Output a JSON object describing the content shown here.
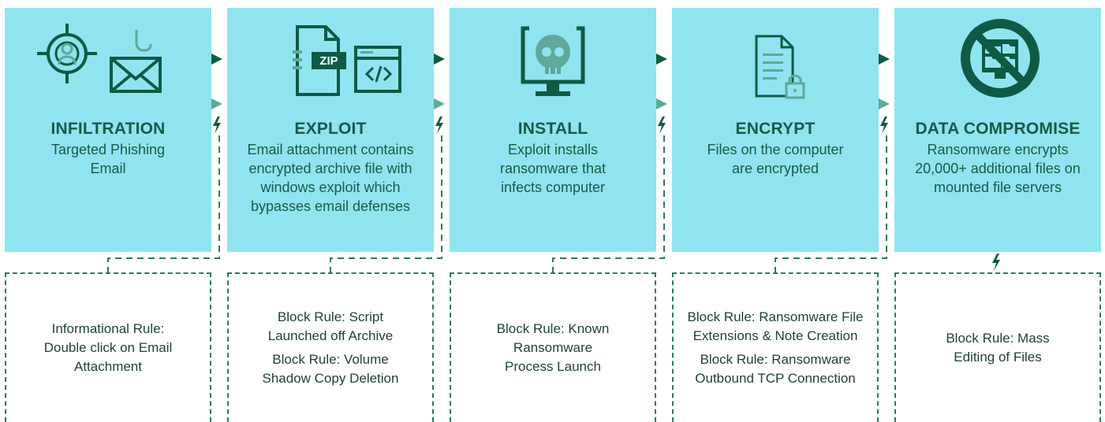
{
  "colors": {
    "box_fill": "#8fe4ef",
    "dark_green": "#0f5a45",
    "text": "#1a5a48",
    "light_green": "#5fa89a",
    "dash": "#2f7a5c"
  },
  "stages": [
    {
      "title": "INFILTRATION",
      "description": "Targeted Phishing Email",
      "icons": [
        "target-icon",
        "envelope-hook-icon"
      ],
      "rules": [
        "Informational Rule: Double click on Email Attachment"
      ]
    },
    {
      "title": "EXPLOIT",
      "description": "Email attachment contains encrypted archive file with windows exploit which bypasses email defenses",
      "icons": [
        "zip-file-icon",
        "code-window-icon"
      ],
      "zip_label": "ZIP",
      "rules": [
        "Block Rule: Script Launched off Archive",
        "Block Rule: Volume Shadow Copy Deletion"
      ]
    },
    {
      "title": "INSTALL",
      "description": "Exploit installs ransomware that infects computer",
      "icons": [
        "skull-monitor-icon"
      ],
      "rules": [
        "Block Rule: Known Ransomware Process Launch"
      ]
    },
    {
      "title": "ENCRYPT",
      "description": "Files on the computer are encrypted",
      "icons": [
        "locked-file-icon"
      ],
      "rules": [
        "Block Rule: Ransomware File Extensions & Note Creation",
        "Block Rule: Ransomware Outbound TCP Connection"
      ]
    },
    {
      "title": "DATA COMPROMISE",
      "description": "Ransomware encrypts 20,000+ additional files on mounted file servers",
      "icons": [
        "no-folders-icon"
      ],
      "rules": [
        "Block Rule: Mass Editing of Files"
      ]
    }
  ]
}
